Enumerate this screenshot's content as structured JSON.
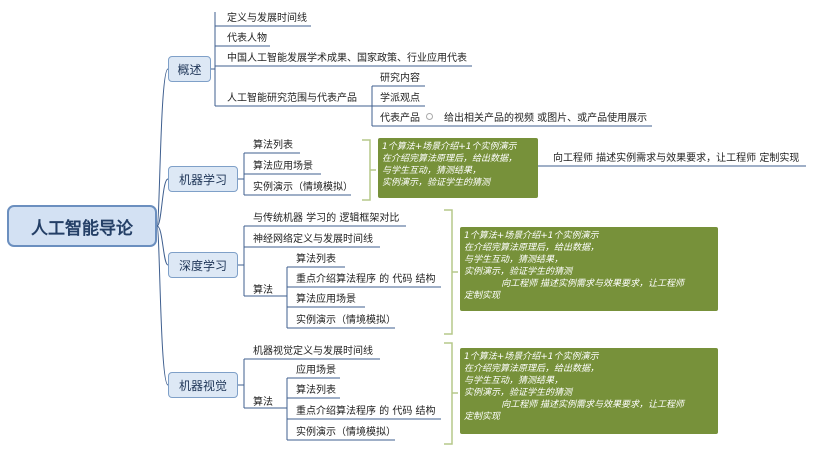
{
  "root": "人工智能导论",
  "branches": {
    "overview": {
      "label": "概述",
      "items": [
        "定义与发展时间线",
        "代表人物",
        "中国人工智能发展学术成果、国家政策、行业应用代表",
        "人工智能研究范围与代表产品"
      ],
      "research_children": [
        "研究内容",
        "学派观点",
        "代表产品"
      ],
      "product_child": "给出相关产品的视频 或图片、或产品使用展示"
    },
    "ml": {
      "label": "机器学习",
      "items": [
        "算法列表",
        "算法应用场景",
        "实例演示（情境模拟）"
      ],
      "note": "1个算法+场景介绍+1个实例演示\n在介绍完算法原理后，给出数据，\n与学生互动，猜测结果，\n实例演示，验证学生的猜测",
      "note_child": "向工程师 描述实例需求与效果要求，让工程师 定制实现"
    },
    "dl": {
      "label": "深度学习",
      "items": [
        "与传统机器 学习的 逻辑框架对比",
        "神经网络定义与发展时间线",
        "算法"
      ],
      "algo_children": [
        "算法列表",
        "重点介绍算法程序 的 代码 结构",
        "算法应用场景",
        "实例演示（情境模拟）"
      ],
      "note": "1个算法+场景介绍+1个实例演示\n在介绍完算法原理后，给出数据，\n与学生互动，猜测结果，\n实例演示，验证学生的猜测\n             向工程师 描述实例需求与效果要求，让工程师\n定制实现"
    },
    "cv": {
      "label": "机器视觉",
      "items": [
        "机器视觉定义与发展时间线",
        "算法"
      ],
      "algo_children": [
        "应用场景",
        "算法列表",
        "重点介绍算法程序 的 代码 结构",
        "实例演示（情境模拟）"
      ],
      "note": "1个算法+场景介绍+1个实例演示\n在介绍完算法原理后，给出数据，\n与学生互动，猜测结果，\n实例演示，验证学生的猜测\n             向工程师 描述实例需求与效果要求，让工程师\n定制实现"
    }
  },
  "colors": {
    "line": "#3f5f8f",
    "note_bg": "#77913a",
    "bracket": "#b5c88a",
    "root_bg": "#d3e1f3"
  }
}
